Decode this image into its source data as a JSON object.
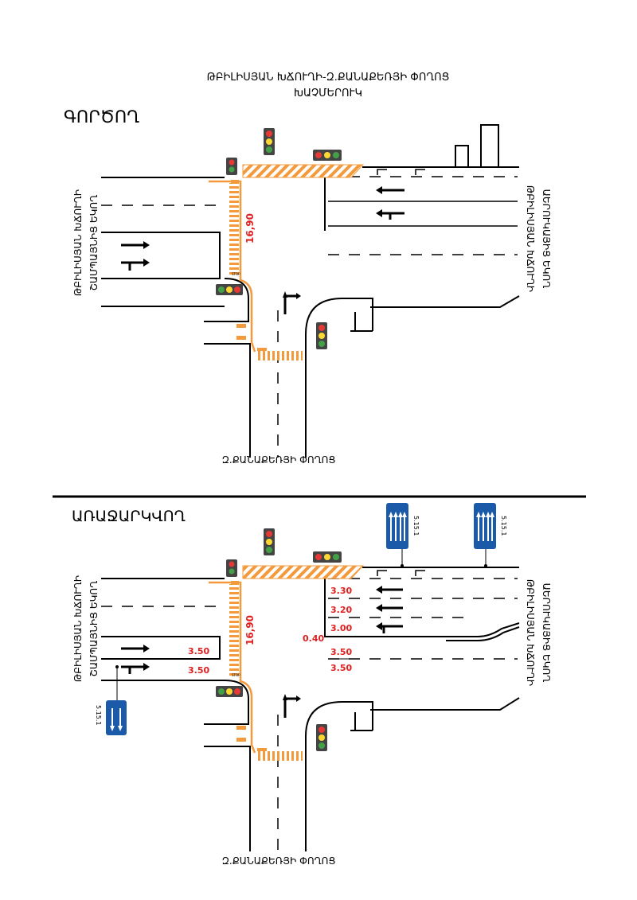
{
  "title": {
    "line1": "ԹԲԻԼԻՍՅԱՆ ԽՃՈՒՂԻ-Զ.ՔԱՆԱՔԵՌՅԻ ՓՈՂՈՑ",
    "line2": "ԽԱՉՄԵՐՈՒԿ"
  },
  "top_section": {
    "label": "ԳՈՐԾՈՂ",
    "road_left": [
      "ԹԲԻԼԻՍՅԱՆ ԽՃՈՒՂԻ",
      "ՇԱՄՊԱՅՆԻՑ ԵԿՈՂ"
    ],
    "road_right": [
      "ԹԲԻԼԻՍՅԱՆ ԽՃՈՒՂԻ",
      "ԱԵՐՈՒԿԱՅԻՑ ԵԿՈՂ"
    ],
    "road_bottom": "Զ.ՔԱՆԱՔԵՌՅԻ ՓՈՂՈՑ",
    "crosswalk_width": "16,90"
  },
  "bottom_section": {
    "label": "ԱՌԱՋԱՐԿՎՈՂ",
    "road_left": [
      "ԹԲԻԼԻՍՅԱՆ ԽՃՈՒՂԻ",
      "ՇԱՄՊԱՅՆԻՑ ԵԿՈՂ"
    ],
    "road_right": [
      "ԹԲԻԼԻՍՅԱՆ ԽՃՈՒՂԻ",
      "ԱԵՐՈՒԿԱՅԻՑ ԵԿՈՂ"
    ],
    "road_bottom": "Զ.ՔԱՆԱՔԵՌՅԻ ՓՈՂՈՑ",
    "crosswalk_width": "16,90",
    "right_lane_widths": [
      "3.30",
      "3.20",
      "3.00"
    ],
    "right_offset": "0.40",
    "right_lower_widths": [
      "3.50",
      "3.50"
    ],
    "left_lane_widths": [
      "3.50",
      "3.50"
    ],
    "sign_code": "5.15.1"
  },
  "stop_label": "STOP",
  "colors": {
    "road_line": "#000000",
    "hatch_orange": "#f39a3c",
    "dim_red": "#e02020",
    "sign_blue": "#1a5aa8"
  }
}
